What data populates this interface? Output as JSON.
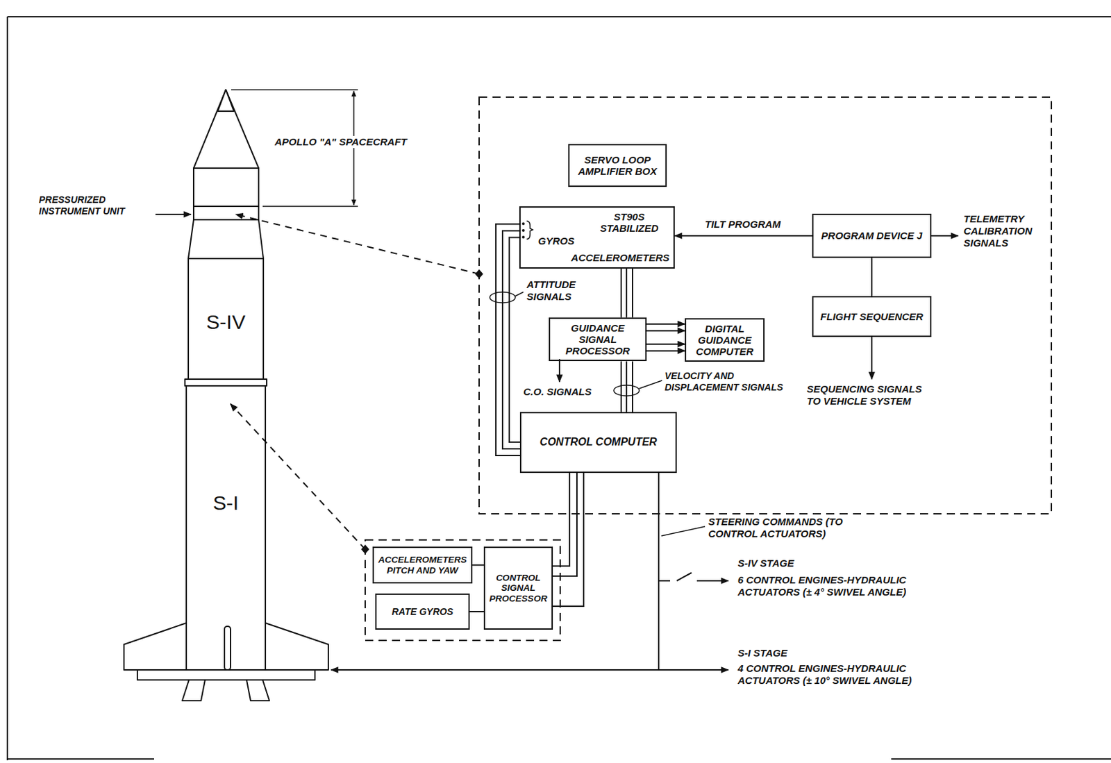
{
  "diagram": {
    "nodes": [
      {
        "text": [
          "SERVO LOOP AMPLIFIER BOX"
        ]
      },
      {
        "text": [
          "ST90S STABILIZED",
          "GYROS",
          "ACCELEROMETERS"
        ]
      },
      {
        "text": [
          "PROGRAM DEVICE J"
        ]
      },
      {
        "text": [
          "GUIDANCE SIGNAL PROCESSOR"
        ]
      },
      {
        "text": [
          "DIGITAL GUIDANCE COMPUTER"
        ]
      },
      {
        "text": [
          "FLIGHT SEQUENCER"
        ]
      },
      {
        "text": [
          "CONTROL COMPUTER"
        ]
      },
      {
        "text": [
          "ACCELEROMETERS PITCH AND YAW"
        ]
      },
      {
        "text": [
          "CONTROL SIGNAL PROCESSOR"
        ]
      },
      {
        "text": [
          "RATE GYROS"
        ]
      }
    ],
    "edges": [
      {
        "from": 2,
        "to": 1,
        "arrow": "to",
        "label": "TILT PROGRAM"
      },
      {
        "from": 2,
        "to": 5,
        "arrow": "none"
      },
      {
        "from": 1,
        "to": 3,
        "arrow": "none"
      },
      {
        "from": 3,
        "to": 4,
        "arrow": "to"
      },
      {
        "from": 3,
        "to": 6,
        "arrow": "none",
        "label": "VELOCITY AND DISPLACEMENT SIGNALS"
      },
      {
        "from": 1,
        "to": 6,
        "arrow": "none",
        "label": "ATTITUDE SIGNALS"
      },
      {
        "from": 8,
        "to": 6,
        "arrow": "none"
      },
      {
        "from": 7,
        "to": 8,
        "arrow": "none"
      },
      {
        "from": 9,
        "to": 8,
        "arrow": "none"
      }
    ],
    "labels": [
      "APOLLO \"A\" SPACECRAFT",
      "PRESSURIZED INSTRUMENT UNIT",
      "TELEMETRY CALIBRATION SIGNALS",
      "S-IV",
      "C.O. SIGNALS",
      "SEQUENCING SIGNALS TO VEHICLE SYSTEM",
      "S-I",
      "STEERING COMMANDS (TO CONTROL ACTUATORS)",
      "S-IV STAGE",
      "6 CONTROL ENGINES-HYDRAULIC ACTUATORS (± 4° SWIVEL ANGLE)",
      "S-I STAGE",
      "4 CONTROL ENGINES-HYDRAULIC ACTUATORS (± 10° SWIVEL ANGLE)"
    ]
  }
}
